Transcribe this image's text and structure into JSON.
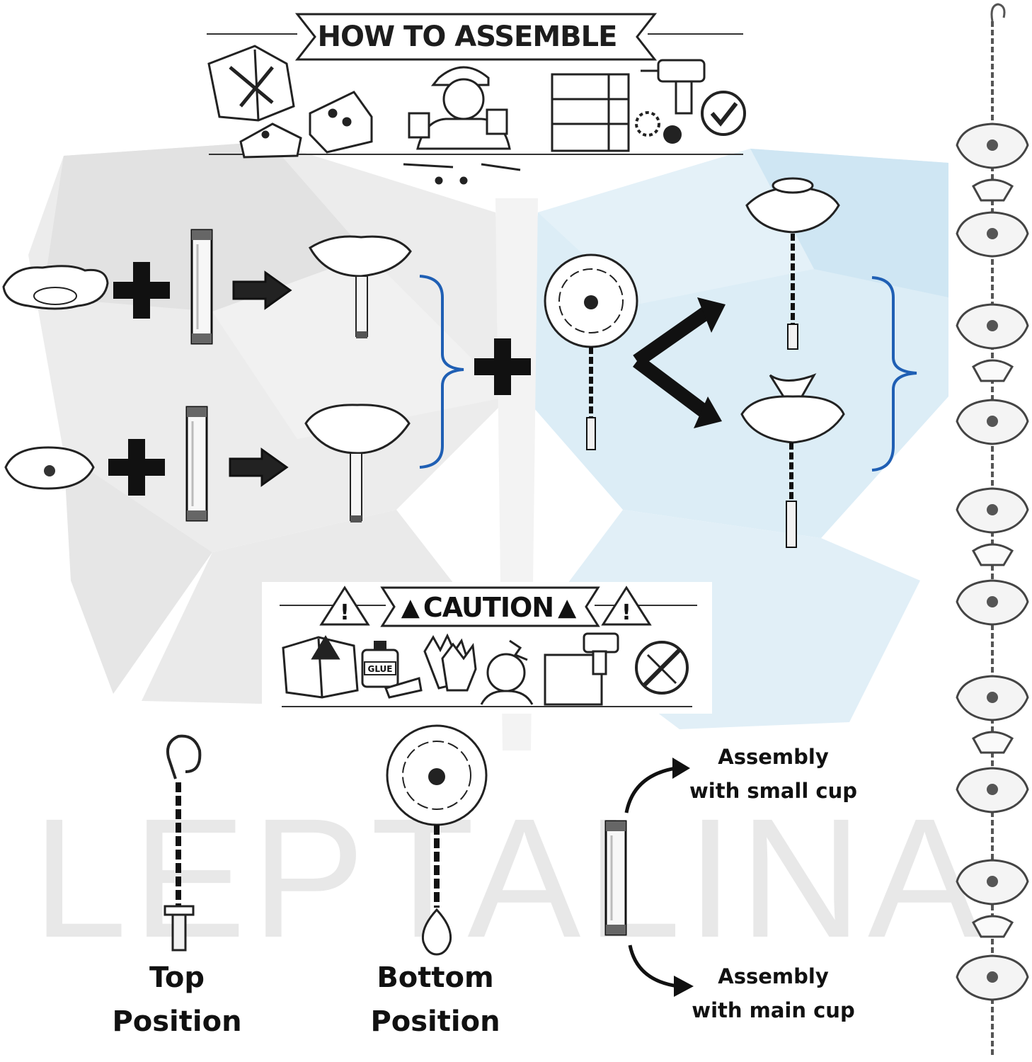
{
  "header": {
    "title": "HOW TO ASSEMBLE"
  },
  "caution": {
    "title": "CAUTION",
    "glue_label": "GLUE"
  },
  "watermark": {
    "text": "LEPTALINA"
  },
  "positions": {
    "top": {
      "line1": "Top",
      "line2": "Position"
    },
    "bottom": {
      "line1": "Bottom",
      "line2": "Position"
    }
  },
  "assembly": {
    "small_cup": {
      "line1": "Assembly",
      "line2": "with small cup"
    },
    "main_cup": {
      "line1": "Assembly",
      "line2": "with main cup"
    }
  },
  "colors": {
    "bracket": "#1f5fb4",
    "ink": "#111111",
    "bg_left": "#e9e9e9",
    "bg_right": "#dcedf6"
  },
  "icons": [
    "manual-icon",
    "wrench-screwdriver-icon",
    "screw-box-icon",
    "worker-icon",
    "shelf-icon",
    "drill-icon",
    "gear-icon",
    "check-icon",
    "warning-icon",
    "glue-icon",
    "gloves-icon",
    "no-tools-icon",
    "plus-icon",
    "arrow-right-icon",
    "hook-chain-icon",
    "flower-chain-icon",
    "pipe-icon",
    "cup-icon",
    "rain-chain-icon"
  ]
}
